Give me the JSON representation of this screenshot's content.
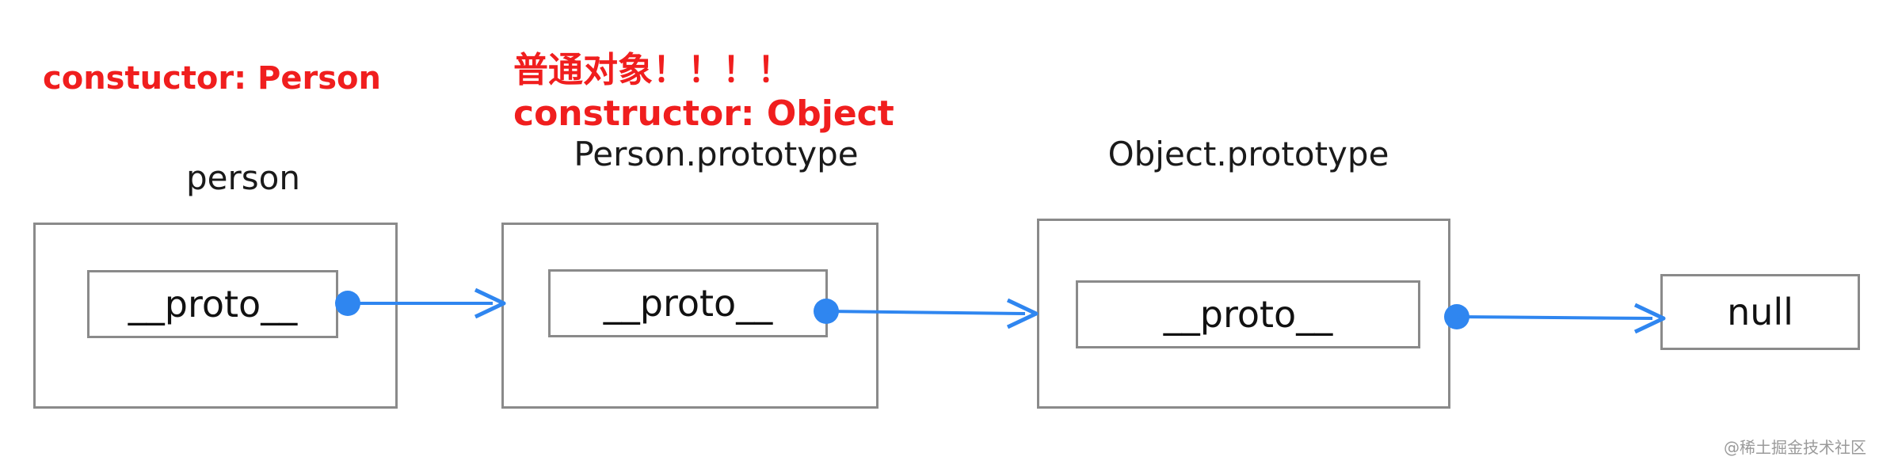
{
  "annotations": {
    "person_constructor": "constuctor: Person",
    "prototype_note_line1": "普通对象！！！！",
    "prototype_note_line2": "constructor: Object"
  },
  "nodes": {
    "person": {
      "title": "person",
      "inner_label": "__proto__"
    },
    "person_prototype": {
      "title": "Person.prototype",
      "inner_label": "__proto__"
    },
    "object_prototype": {
      "title": "Object.prototype",
      "inner_label": "__proto__"
    },
    "null_node": {
      "label": "null"
    }
  },
  "links": [
    {
      "from": "person.__proto__",
      "to": "Person.prototype"
    },
    {
      "from": "Person.prototype.__proto__",
      "to": "Object.prototype"
    },
    {
      "from": "Object.prototype.__proto__",
      "to": "null"
    }
  ],
  "colors": {
    "annotation": "#f01e1e",
    "arrow": "#2f86f0",
    "box_border": "#8a8a8a",
    "text": "#111111"
  },
  "watermark": "@稀土掘金技术社区"
}
